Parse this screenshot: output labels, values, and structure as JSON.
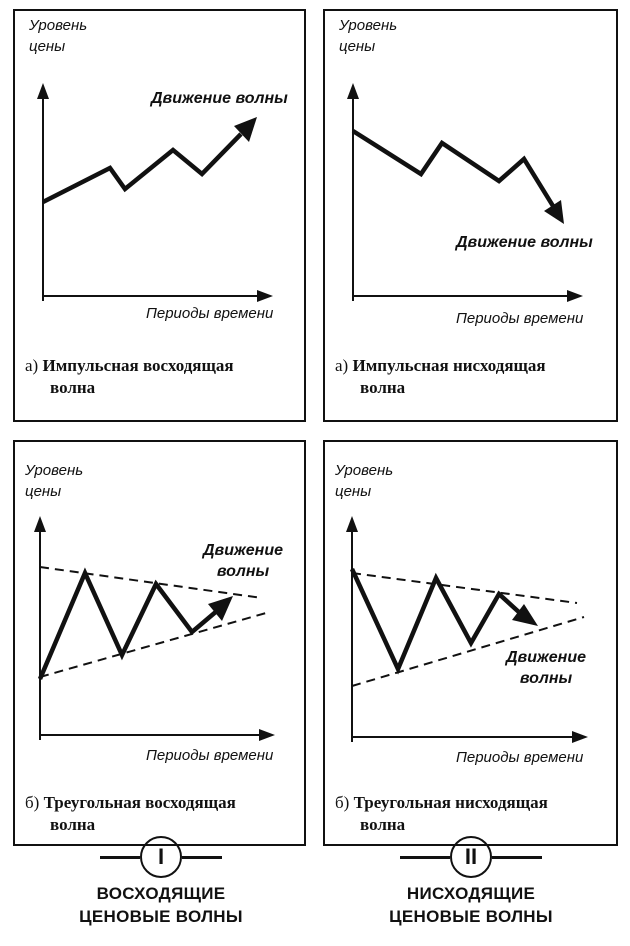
{
  "panels": {
    "impulse_up": {
      "y_label": [
        "Уровень",
        "цены"
      ],
      "x_label": "Периоды времени",
      "wave_label": [
        "Движение волны"
      ],
      "caption_letter": "а)",
      "caption_text": [
        "Импульсная восходящая",
        "волна"
      ]
    },
    "impulse_down": {
      "y_label": [
        "Уровень",
        "цены"
      ],
      "x_label": "Периоды времени",
      "wave_label": [
        "Движение волны"
      ],
      "caption_letter": "а)",
      "caption_text": [
        "Импульсная нисходящая",
        "волна"
      ]
    },
    "triangle_up": {
      "y_label": [
        "Уровень",
        "цены"
      ],
      "x_label": "Периоды времени",
      "wave_label": [
        "Движение",
        "волны"
      ],
      "caption_letter": "б)",
      "caption_text": [
        "Треугольная восходящая",
        "волна"
      ]
    },
    "triangle_down": {
      "y_label": [
        "Уровень",
        "цены"
      ],
      "x_label": "Периоды времени",
      "wave_label": [
        "Движение",
        "волны"
      ],
      "caption_letter": "б)",
      "caption_text": [
        "Треугольная нисходящая",
        "волна"
      ]
    }
  },
  "groups": {
    "rising": {
      "numeral": "I",
      "label": [
        "ВОСХОДЯЩИЕ",
        "ЦЕНОВЫЕ ВОЛНЫ"
      ]
    },
    "falling": {
      "numeral": "II",
      "label": [
        "НИСХОДЯЩИЕ",
        "ЦЕНОВЫЕ ВОЛНЫ"
      ]
    }
  },
  "colors": {
    "ink": "#111111",
    "background": "#ffffff"
  }
}
